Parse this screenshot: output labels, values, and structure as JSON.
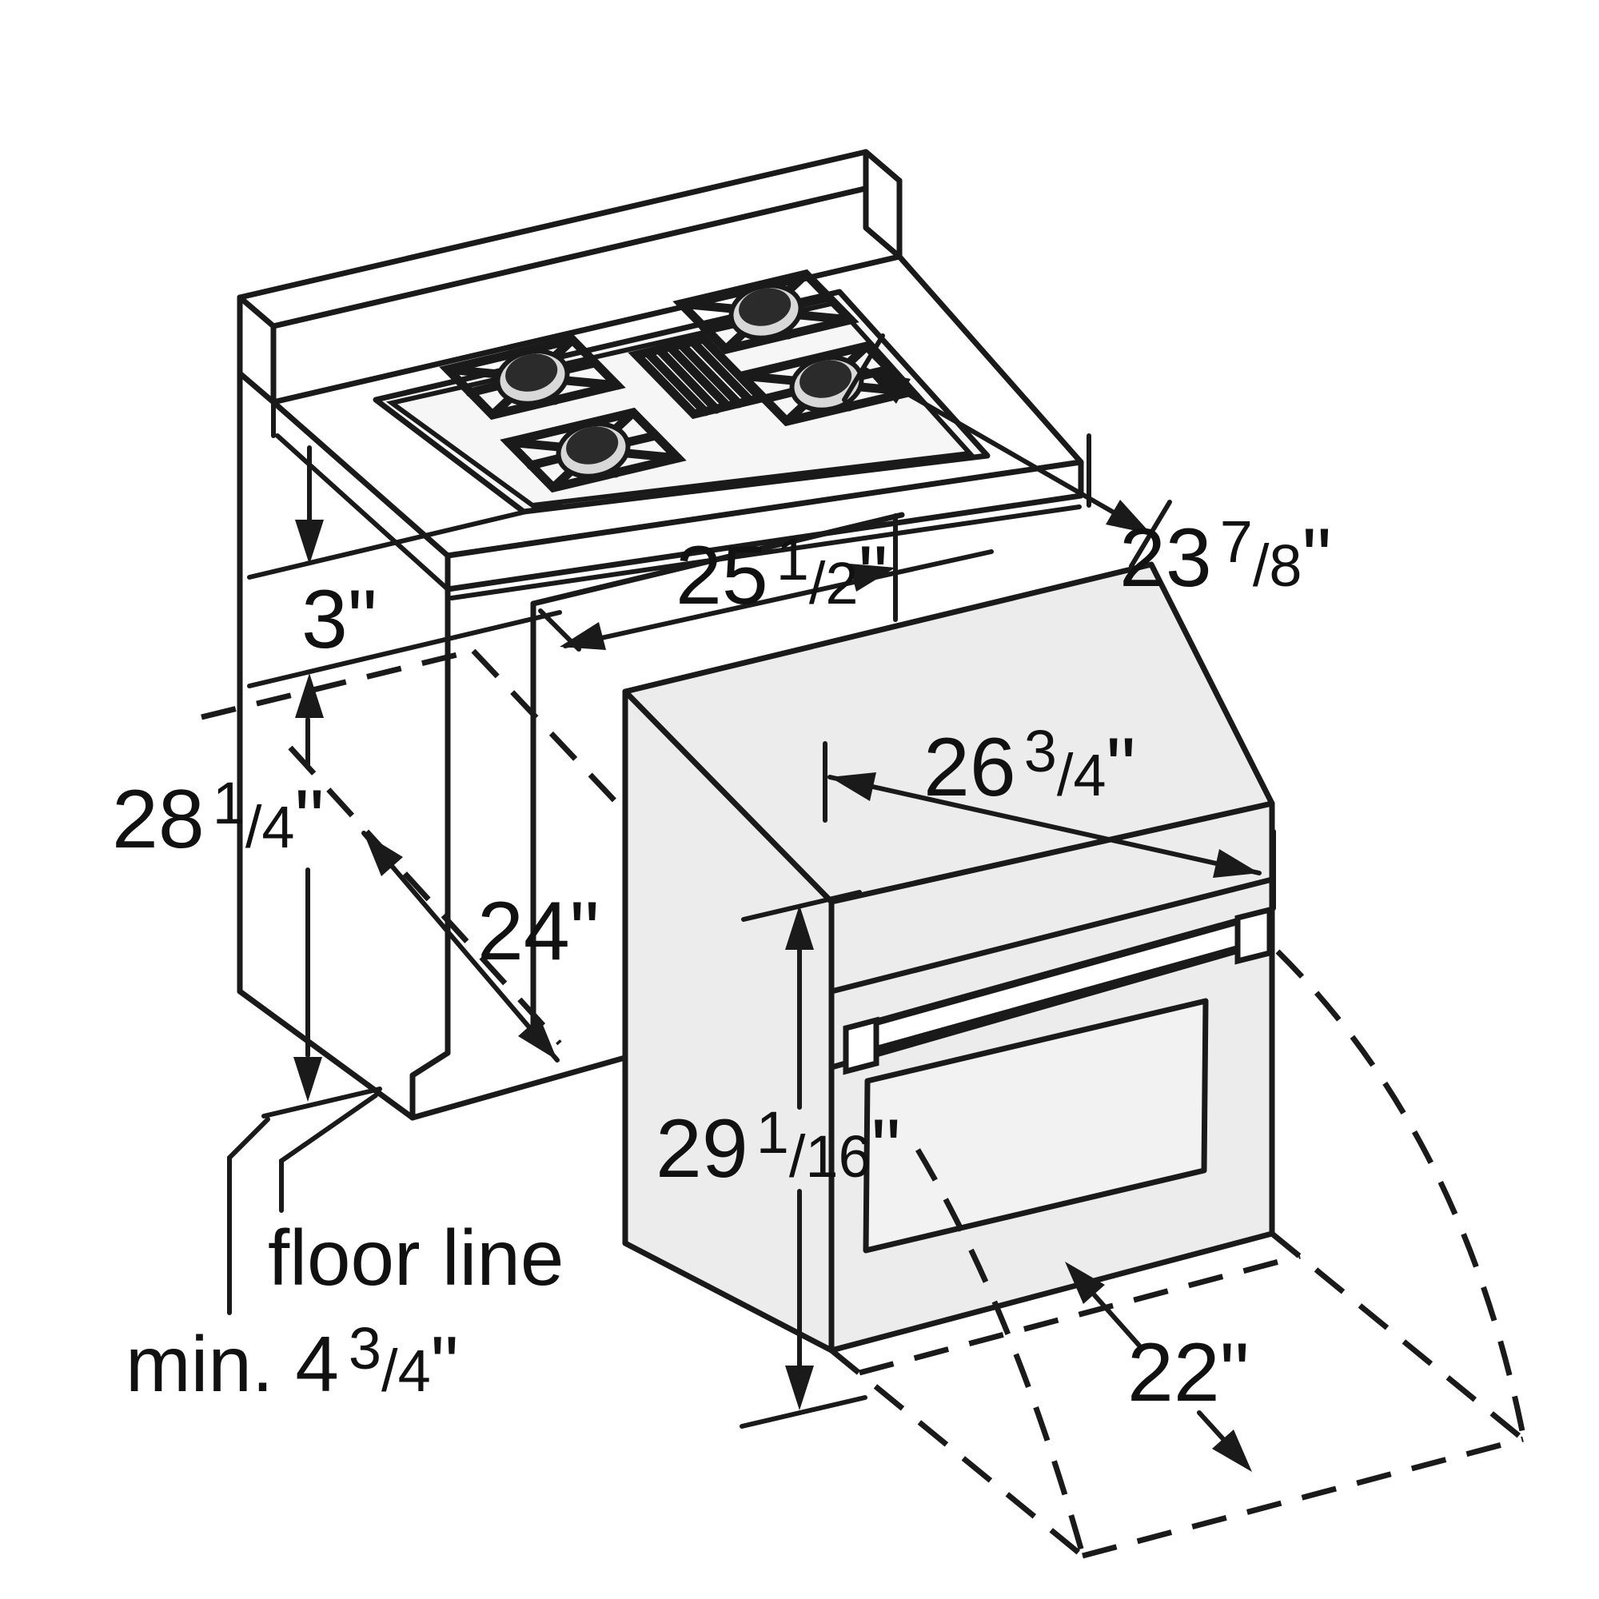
{
  "meta": {
    "type": "appliance-installation-dimension-diagram",
    "subject": "built-in oven under gas cooktop cabinet cutout",
    "units": "inches",
    "style": "black line art, isometric view, dashed hidden lines"
  },
  "colors": {
    "line": "#1a1a1a",
    "cabinet_fill": "#ffffff",
    "oven_fill": "#ececec",
    "window_fill": "#f2f2f2",
    "burner_dark": "#2b2b2b",
    "burner_ring": "#d8d8d8"
  },
  "dims": {
    "d3": {
      "main": "3",
      "unit": "\""
    },
    "d28": {
      "main": "28",
      "num": "1",
      "den": "/4",
      "unit": "\""
    },
    "d25": {
      "main": "25",
      "num": "1",
      "den": "/2",
      "unit": "\""
    },
    "d23": {
      "main": "23",
      "num": "7",
      "den": "/8",
      "unit": "\""
    },
    "d26": {
      "main": "26",
      "num": "3",
      "den": "/4",
      "unit": "\""
    },
    "d24": {
      "main": "24",
      "unit": "\""
    },
    "d29": {
      "main": "29",
      "num": "1",
      "den": "/16",
      "unit": "\""
    },
    "d22": {
      "main": "22",
      "unit": "\""
    }
  },
  "notes": {
    "floor_line": "floor line",
    "min_main": "min. 4",
    "min_num": "3",
    "min_den": "/4",
    "min_unit": "\""
  }
}
